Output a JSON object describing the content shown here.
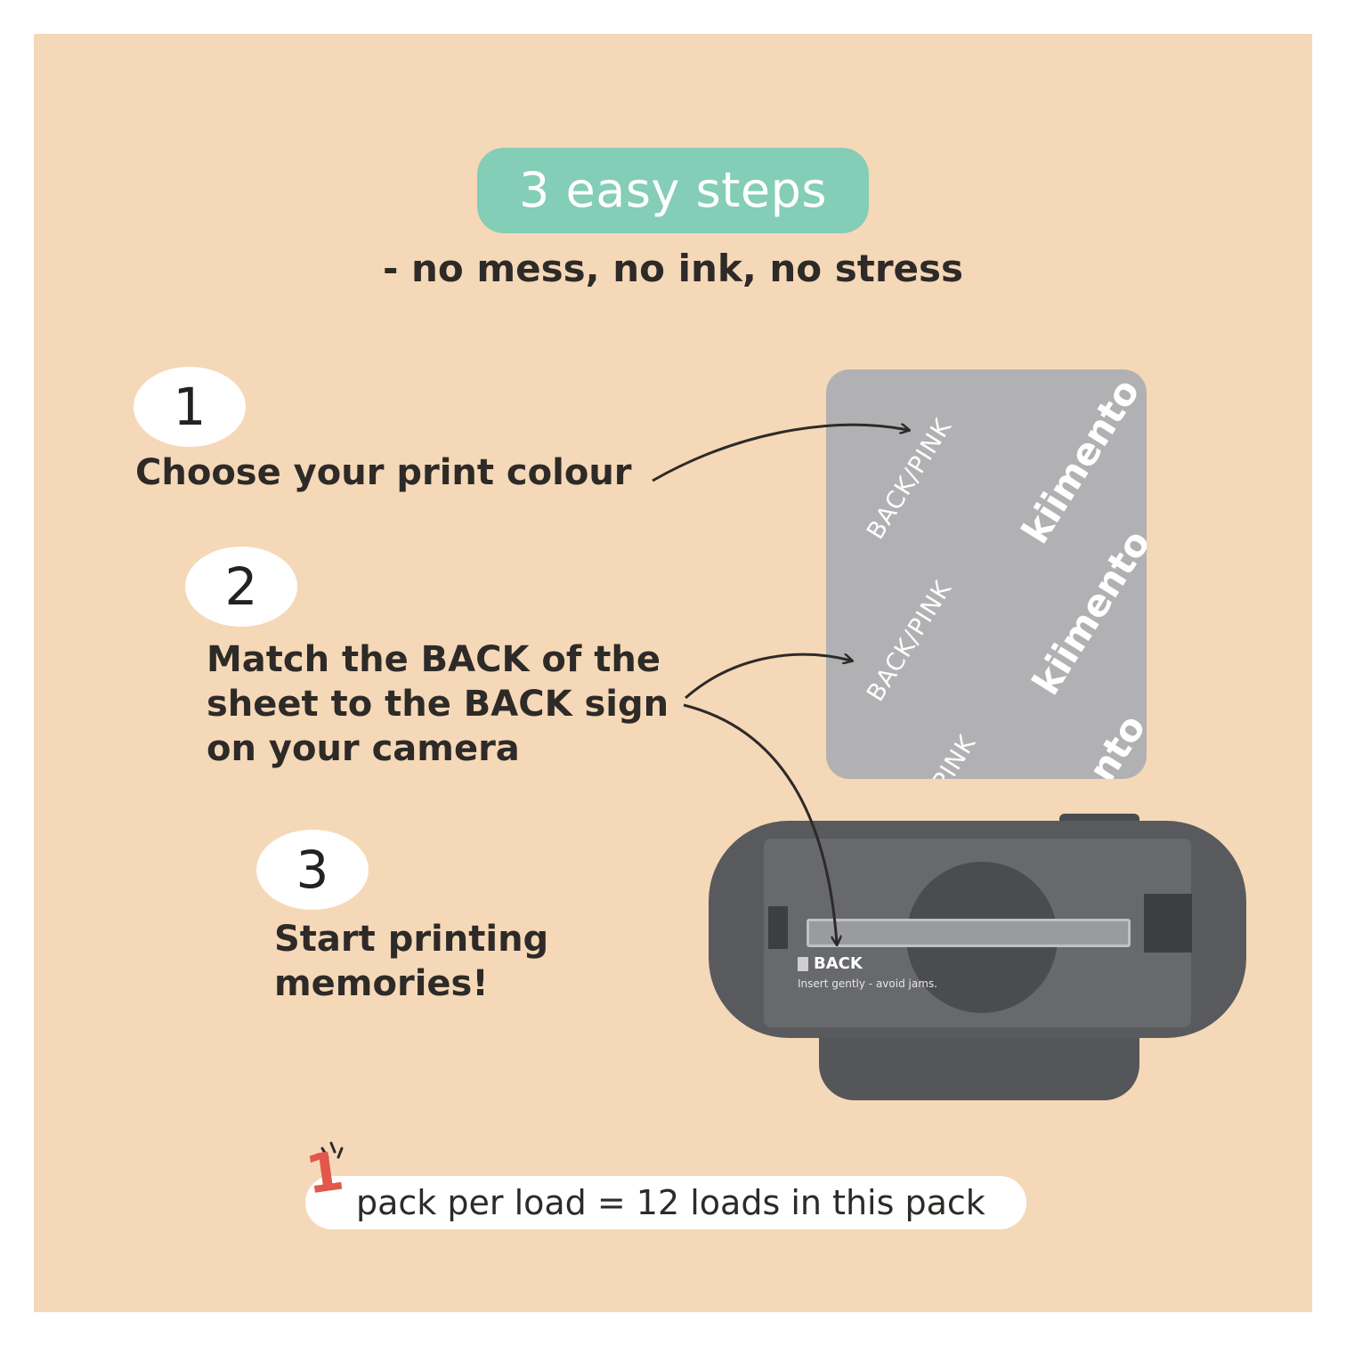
{
  "header": {
    "title": "3 easy steps",
    "subtitle": "- no mess, no ink, no stress"
  },
  "steps": [
    {
      "number": "1",
      "lines": [
        "Choose your print colour"
      ]
    },
    {
      "number": "2",
      "lines": [
        "Match the BACK of the",
        "sheet to the BACK sign",
        "on your camera"
      ]
    },
    {
      "number": "3",
      "lines": [
        "Start printing",
        "memories!"
      ]
    }
  ],
  "sheet": {
    "marking": "BACK/PINK",
    "brand": "kiimento",
    "partial_marking": "/PINK",
    "partial_brand": "ento"
  },
  "camera": {
    "back_label": "BACK",
    "note": "Insert gently - avoid jams."
  },
  "footer": {
    "number": "1",
    "text": "pack per load = 12 loads in this pack"
  },
  "colors": {
    "background": "#f5d8b7",
    "title_pill": "#84cdb7",
    "sheet": "#b1b1b4",
    "camera": "#595a5d",
    "accent": "#e2574c"
  },
  "icons": [
    "arrow-icon",
    "sparkle-icon",
    "lens-icon"
  ]
}
